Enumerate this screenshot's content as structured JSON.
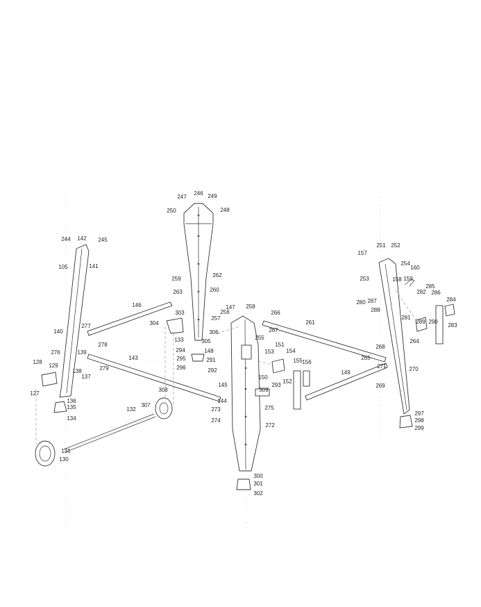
{
  "callouts": [
    "246",
    "247",
    "249",
    "250",
    "248",
    "244",
    "142",
    "245",
    "105",
    "141",
    "262",
    "259",
    "263",
    "260",
    "146",
    "304",
    "303",
    "257",
    "256",
    "147",
    "258",
    "266",
    "267",
    "255",
    "306",
    "305",
    "133",
    "294",
    "148",
    "295",
    "296",
    "291",
    "292",
    "277",
    "140",
    "276",
    "139",
    "278",
    "128",
    "129",
    "127",
    "138",
    "137",
    "136",
    "135",
    "134",
    "143",
    "279",
    "145",
    "144",
    "132",
    "307",
    "308",
    "130",
    "131",
    "151",
    "153",
    "154",
    "155",
    "156",
    "152",
    "150",
    "293",
    "309",
    "275",
    "273",
    "274",
    "272",
    "300",
    "301",
    "302",
    "261",
    "149",
    "268",
    "271",
    "269",
    "264",
    "265",
    "270",
    "297",
    "298",
    "299",
    "251",
    "252",
    "157",
    "254",
    "160",
    "253",
    "158",
    "159",
    "285",
    "286",
    "280",
    "287",
    "282",
    "288",
    "284",
    "281",
    "289",
    "290",
    "283"
  ]
}
